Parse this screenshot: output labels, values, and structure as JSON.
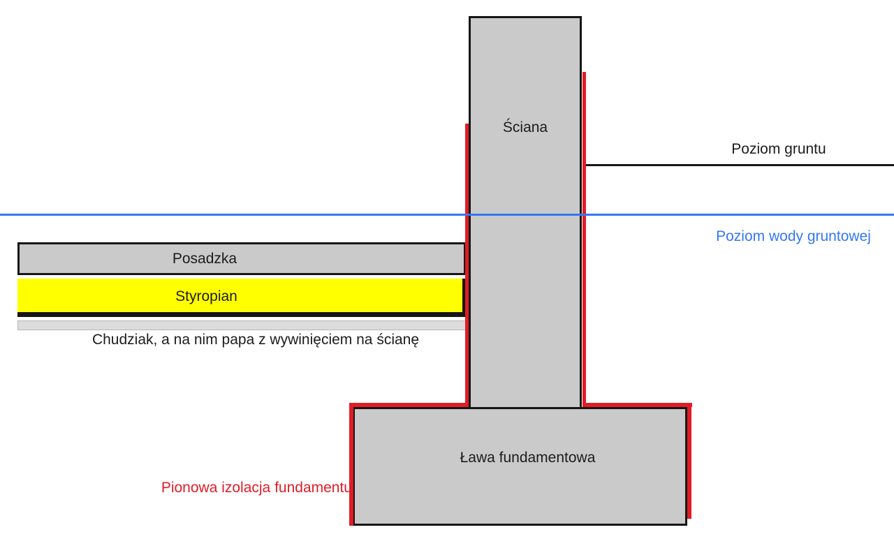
{
  "diagram": {
    "wall_label": "Ściana",
    "ground_level_label": "Poziom gruntu",
    "groundwater_level_label": "Poziom wody gruntowej",
    "floor_slab_label": "Posadzka",
    "styrofoam_label": "Styropian",
    "lean_concrete_note": "Chudziak, a na nim papa z wywinięciem na ścianę",
    "footing_label": "Ława fundamentowa",
    "vertical_insulation_label": "Pionowa izolacja fundamentu"
  },
  "colors": {
    "concrete_gray": "#cbcaca",
    "outline_black": "#161616",
    "styrofoam_yellow": "#ffff00",
    "insulation_red": "#e01d26",
    "water_blue": "#3478f2",
    "lean_strip_gray": "#dcdcdc",
    "lean_strip_border": "#b5b5b5",
    "background": "#ffffff"
  }
}
